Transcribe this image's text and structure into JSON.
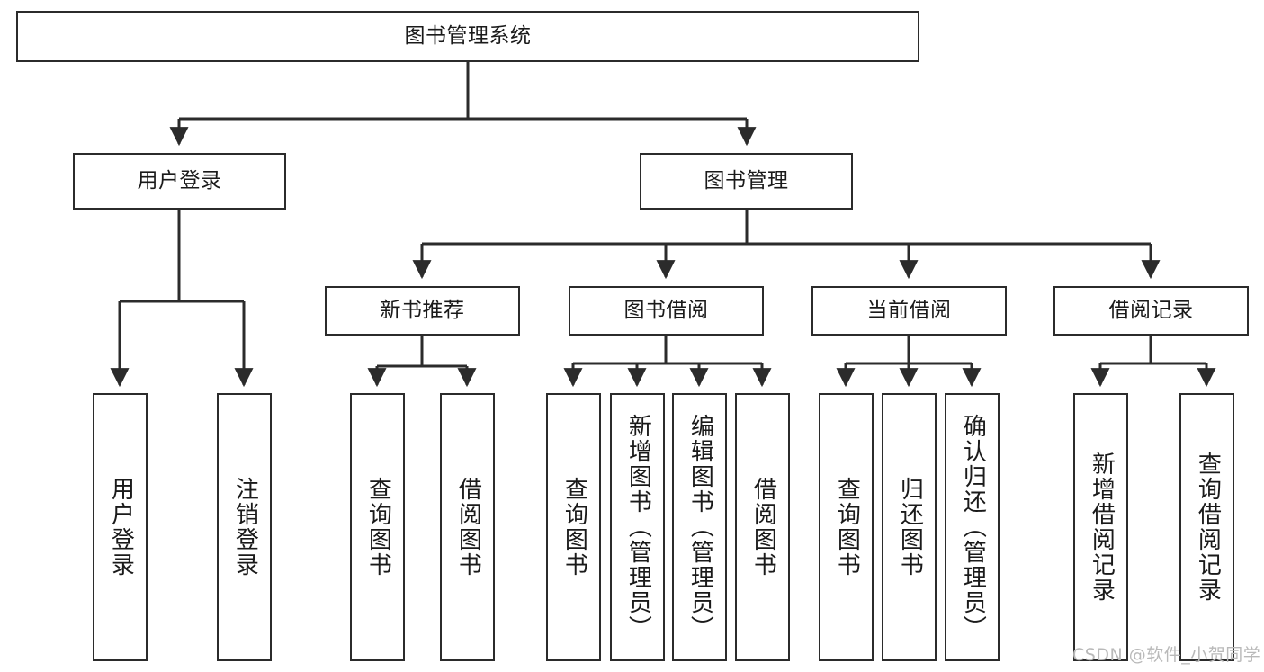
{
  "diagram": {
    "type": "tree-hierarchy-chart",
    "title": "图书管理系统",
    "watermark": "CSDN @软件_小贺同学",
    "colors": {
      "box_border": "#2b2b2b",
      "box_fill": "#ffffff",
      "edge": "#2b2b2b",
      "text": "#1a1a1a",
      "watermark": "#b9b9b9"
    },
    "levels": {
      "root": {
        "label": "图书管理系统"
      },
      "level1": [
        {
          "label": "用户登录"
        },
        {
          "label": "图书管理"
        }
      ],
      "level2": [
        {
          "label": "新书推荐",
          "parent": "图书管理"
        },
        {
          "label": "图书借阅",
          "parent": "图书管理"
        },
        {
          "label": "当前借阅",
          "parent": "图书管理"
        },
        {
          "label": "借阅记录",
          "parent": "图书管理"
        }
      ],
      "leaves": [
        {
          "label": "用户登录",
          "parent": "用户登录"
        },
        {
          "label": "注销登录",
          "parent": "用户登录"
        },
        {
          "label": "查询图书",
          "parent": "新书推荐"
        },
        {
          "label": "借阅图书",
          "parent": "新书推荐"
        },
        {
          "label": "查询图书",
          "parent": "图书借阅"
        },
        {
          "label": "新增图书（管理员）",
          "parent": "图书借阅"
        },
        {
          "label": "编辑图书（管理员）",
          "parent": "图书借阅"
        },
        {
          "label": "借阅图书",
          "parent": "图书借阅"
        },
        {
          "label": "查询图书",
          "parent": "当前借阅"
        },
        {
          "label": "归还图书",
          "parent": "当前借阅"
        },
        {
          "label": "确认归还（管理员）",
          "parent": "当前借阅"
        },
        {
          "label": "新增借阅记录",
          "parent": "借阅记录"
        },
        {
          "label": "查询借阅记录",
          "parent": "借阅记录"
        }
      ]
    }
  }
}
